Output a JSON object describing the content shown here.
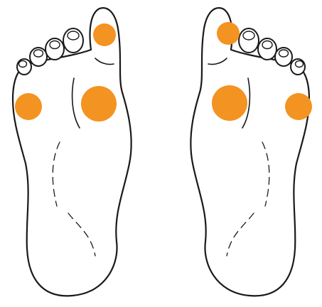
{
  "colors": {
    "marker": "#f39321",
    "outline": "#1a1a1a",
    "sole": "#ffffff",
    "background": "#ffffff"
  },
  "feet": [
    {
      "side": "left",
      "markers": [
        "big-toe",
        "ball-of-foot",
        "outer-ball"
      ]
    },
    {
      "side": "right",
      "markers": [
        "big-toe",
        "ball-of-foot",
        "outer-ball"
      ]
    }
  ],
  "icons": {
    "foot": "foot-sole-icon",
    "marker": "pressure-point-icon"
  }
}
